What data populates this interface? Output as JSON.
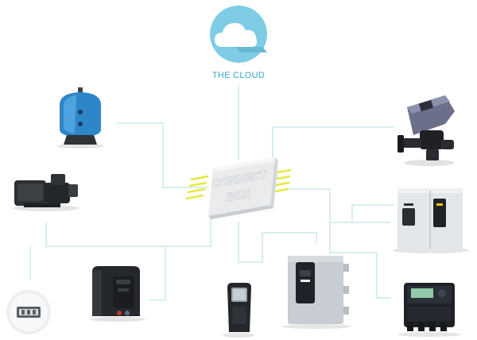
{
  "cloud": {
    "label": "THE CLOUD",
    "icon": "cloud-icon"
  },
  "hub": {
    "line1": "CONNECT",
    "line2": "BOX"
  },
  "devices": [
    {
      "name": "sand-filter",
      "icon": "sand-filter-icon"
    },
    {
      "name": "pool-pump",
      "icon": "pool-pump-icon"
    },
    {
      "name": "round-sensor",
      "icon": "round-sensor-icon"
    },
    {
      "name": "heat-pump",
      "icon": "heat-pump-icon"
    },
    {
      "name": "handheld-controller",
      "icon": "handheld-controller-icon"
    },
    {
      "name": "chlorinator-panel",
      "icon": "chlorinator-panel-icon"
    },
    {
      "name": "multiport-valve",
      "icon": "multiport-valve-icon"
    },
    {
      "name": "dual-control-cabinet",
      "icon": "dual-control-cabinet-icon"
    },
    {
      "name": "control-box",
      "icon": "control-box-icon"
    }
  ],
  "colors": {
    "cloud_circle": "#7fcde5",
    "connector_line": "#d8eef0",
    "hub_accent": "#e6ea3c",
    "filter_blue": "#2e86c8"
  }
}
